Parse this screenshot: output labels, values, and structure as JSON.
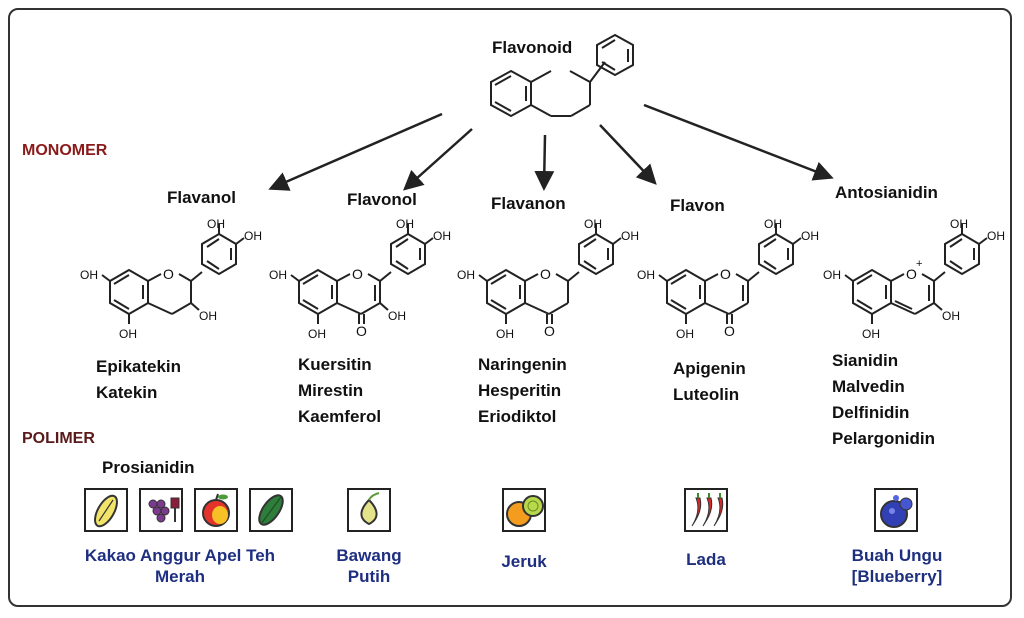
{
  "root": {
    "label": "Flavonoid"
  },
  "sections": {
    "monomer": "MONOMER",
    "polymer": "POLIMER"
  },
  "classes": [
    {
      "title": "Flavanol",
      "compounds": [
        "Epikatekin",
        "Katekin"
      ]
    },
    {
      "title": "Flavonol",
      "compounds": [
        "Kuersitin",
        "Mirestin",
        "Kaemferol"
      ]
    },
    {
      "title": "Flavanon",
      "compounds": [
        "Naringenin",
        "Hesperitin",
        "Eriodiktol"
      ]
    },
    {
      "title": "Flavon",
      "compounds": [
        "Apigenin",
        "Luteolin"
      ]
    },
    {
      "title": "Antosianidin",
      "compounds": [
        "Sianidin",
        "Malvedin",
        "Delfinidin",
        "Pelargonidin"
      ]
    }
  ],
  "polymer": {
    "label": "Prosianidin"
  },
  "sources": {
    "s1_line1": "Kakao Anggur Apel Teh",
    "s1_line2": "Merah",
    "s2_line1": "Bawang",
    "s2_line2": "Putih",
    "s3": "Jeruk",
    "s4": "Lada",
    "s5_line1": "Buah Ungu",
    "s5_line2": "[Blueberry]"
  },
  "labels": {
    "oh": "OH",
    "o": "O",
    "oplus": "O",
    "plus": "+"
  },
  "icons": [
    "cocoa-pod-icon",
    "grape-wine-icon",
    "apple-icon",
    "tea-leaf-icon",
    "garlic-icon",
    "citrus-icon",
    "chili-pepper-icon",
    "blueberry-icon"
  ],
  "colors": {
    "monomer": "#8b1a1a",
    "polymer": "#5a1a1a",
    "source_text": "#1f2f80",
    "line": "#222222"
  }
}
